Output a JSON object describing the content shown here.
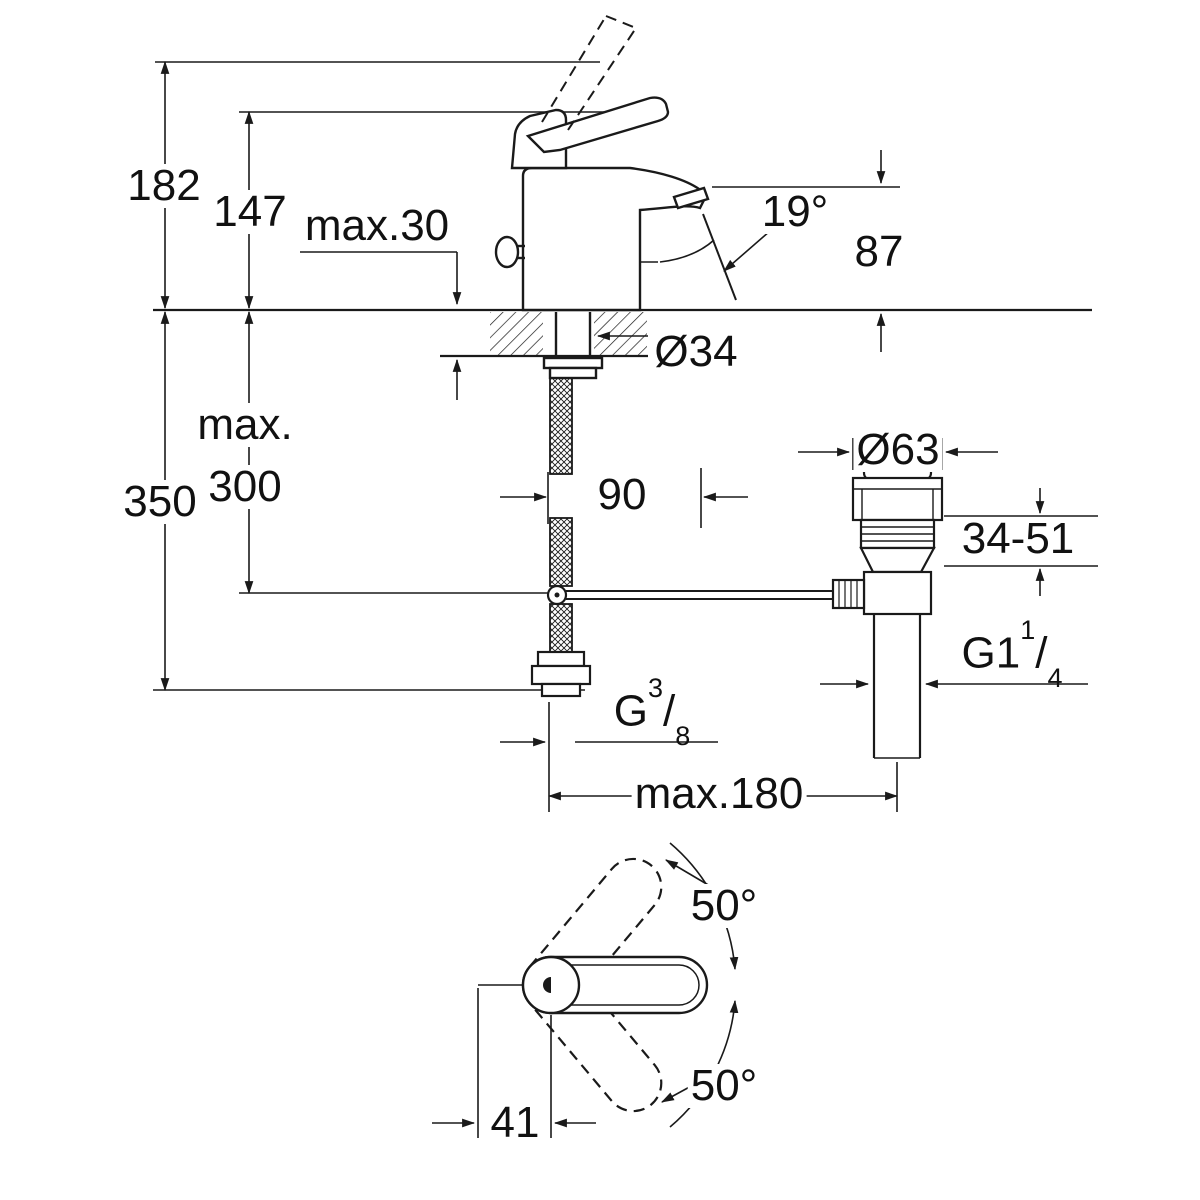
{
  "drawing_title": "faucet-installation-dimension-drawing",
  "labels": {
    "overall_height": "182",
    "body_height": "147",
    "max_deck": "max.30",
    "spout_angle": "19°",
    "spout_height": "87",
    "hole_dia": "Ø34",
    "hose_max_word": "max.",
    "hose_max_val": "300",
    "total_height": "350",
    "spout_reach": "90",
    "waste_dia": "Ø63",
    "clamp_range": "34-51",
    "drain_thread_base": "G1",
    "drain_thread_num": "1",
    "drain_thread_den": "4",
    "supply_thread_base": "G",
    "supply_thread_num": "3",
    "supply_thread_den": "8",
    "fraction_slash": "/",
    "rod_max": "max.180",
    "swing_top": "50°",
    "swing_bottom": "50°",
    "handle_dim": "41"
  }
}
